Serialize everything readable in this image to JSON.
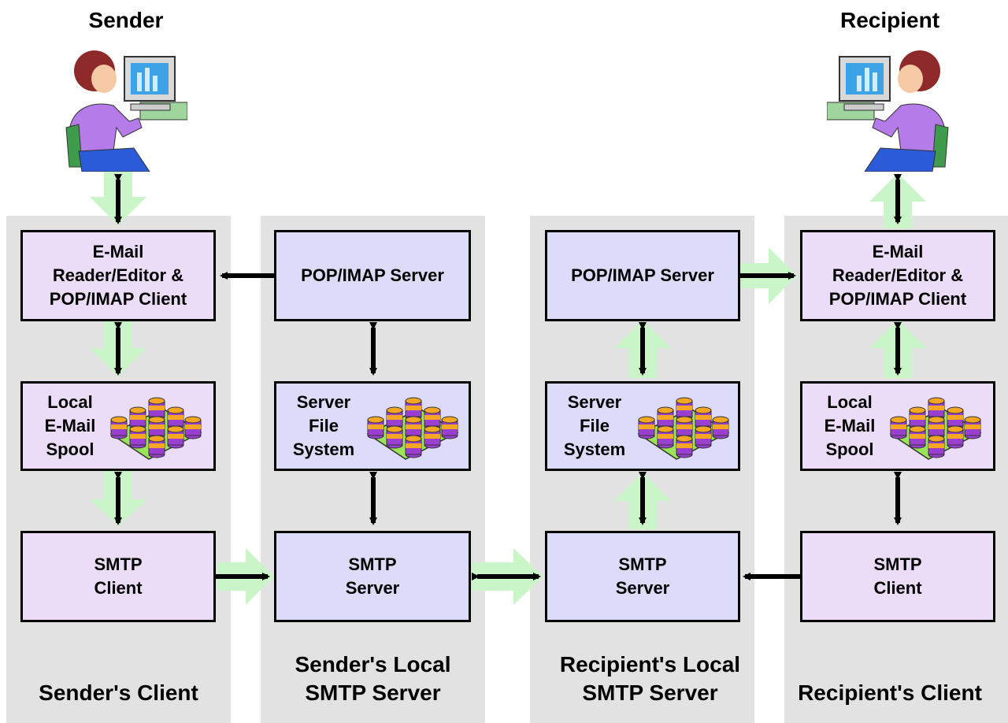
{
  "people": {
    "sender": "Sender",
    "recipient": "Recipient"
  },
  "columns": {
    "senders_client": "Sender's Client",
    "senders_server": "Sender's Local\nSMTP Server",
    "recipients_server": "Recipient's Local\nSMTP Server",
    "recipients_client": "Recipient's Client"
  },
  "boxes": {
    "sender_reader": "E-Mail\nReader/Editor &\nPOP/IMAP Client",
    "sender_spool": "Local\nE-Mail\nSpool",
    "sender_smtp_client": "SMTP\nClient",
    "sender_pop_server": "POP/IMAP Server",
    "sender_fs": "Server\nFile\nSystem",
    "sender_smtp_server": "SMTP\nServer",
    "recipient_pop_server": "POP/IMAP Server",
    "recipient_fs": "Server\nFile\nSystem",
    "recipient_smtp_server": "SMTP\nServer",
    "recipient_reader": "E-Mail\nReader/Editor &\nPOP/IMAP Client",
    "recipient_spool": "Local\nE-Mail\nSpool",
    "recipient_smtp_client": "SMTP\nClient"
  },
  "icons": {
    "person": "person-at-computer-icon",
    "storage": "disk-array-icon"
  },
  "colors": {
    "client_box": "#ebdcf7",
    "server_box": "#dcdcfa",
    "column_bg": "#e2e2e2",
    "flow_arrow": "#c9f5c9",
    "disk_top": "#f5a623",
    "disk_side": "#9b3fd1",
    "board": "#9be45a"
  }
}
